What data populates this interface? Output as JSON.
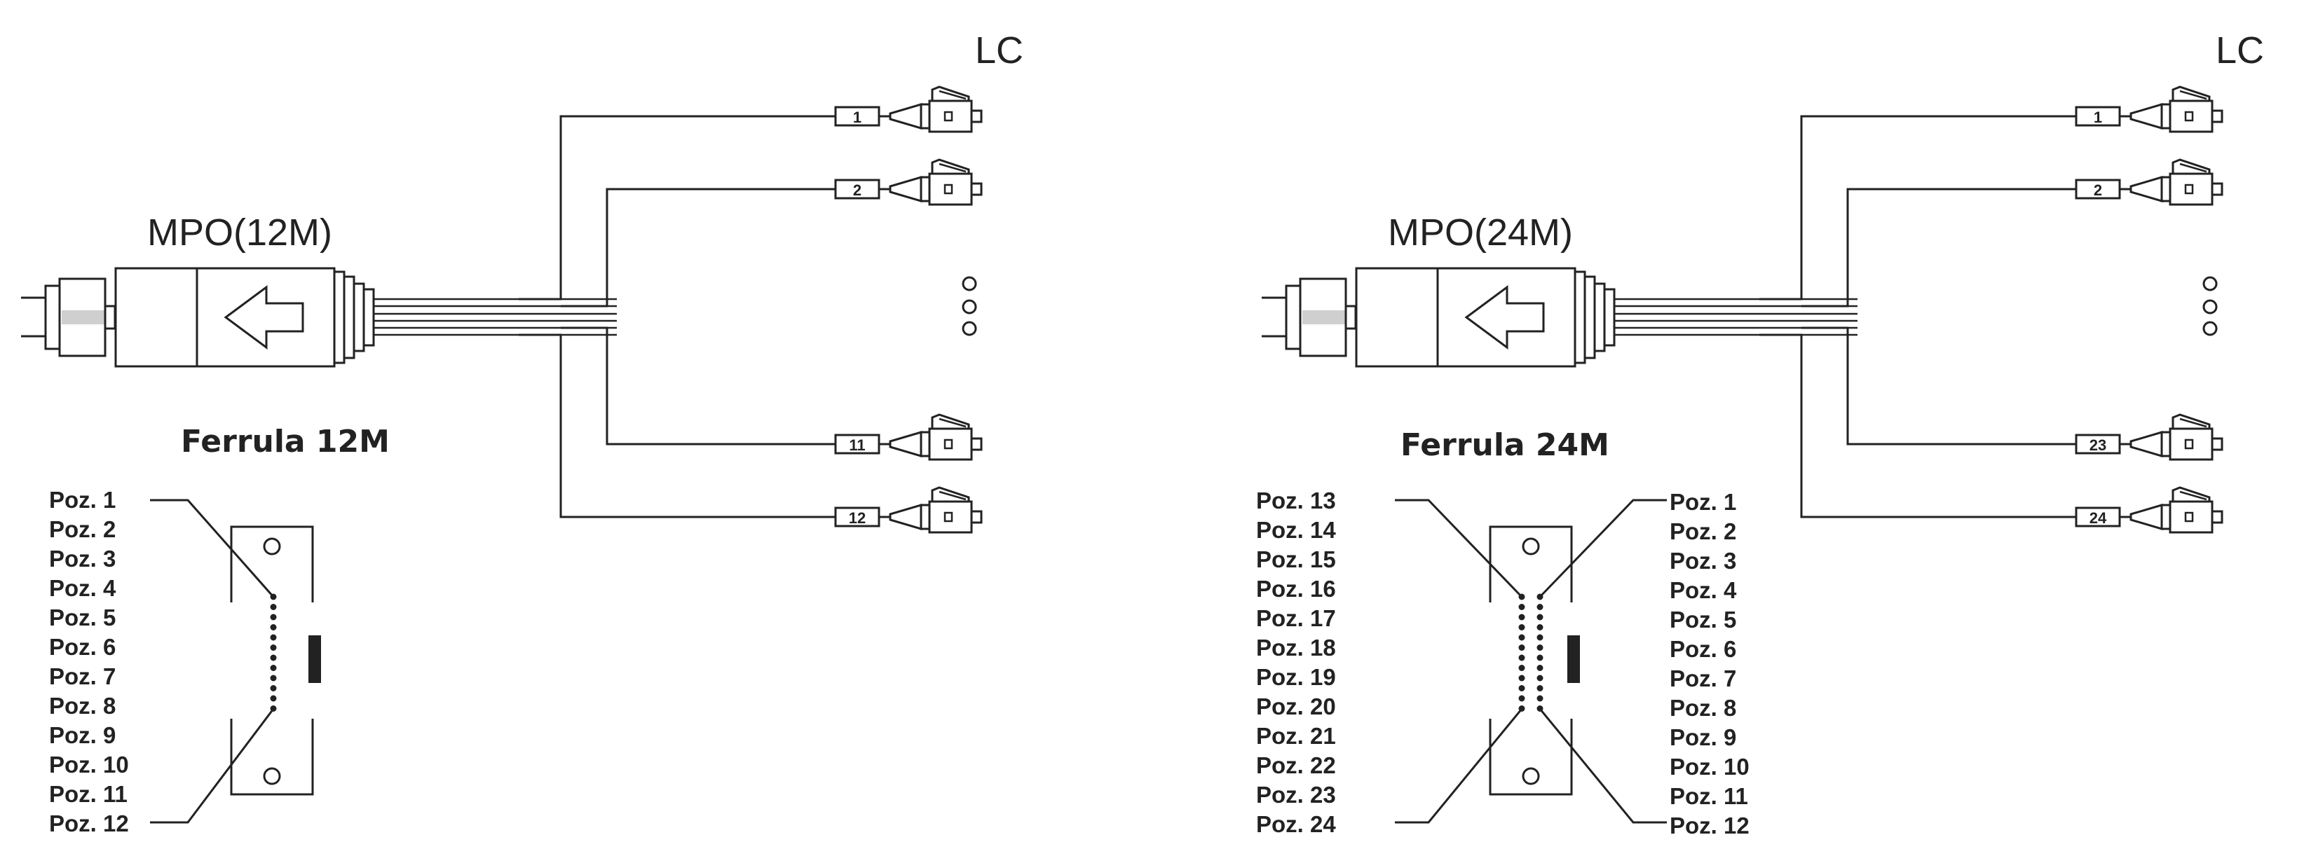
{
  "panels": [
    {
      "id": "12m",
      "connector_label": "MPO(12M)",
      "lc_label": "LC",
      "ferrule_label": "Ferrula 12M",
      "top_tags": [
        "1",
        "2"
      ],
      "bottom_tags": [
        "11",
        "12"
      ],
      "positions_left": [
        "Poz. 1",
        "Poz. 2",
        "Poz. 3",
        "Poz. 4",
        "Poz. 5",
        "Poz. 6",
        "Poz. 7",
        "Poz. 8",
        "Poz. 9",
        "Poz. 10",
        "Poz. 11",
        "Poz. 12"
      ],
      "positions_right": []
    },
    {
      "id": "24m",
      "connector_label": "MPO(24M)",
      "lc_label": "LC",
      "ferrule_label": "Ferrula 24M",
      "top_tags": [
        "1",
        "2"
      ],
      "bottom_tags": [
        "23",
        "24"
      ],
      "positions_left": [
        "Poz. 13",
        "Poz. 14",
        "Poz. 15",
        "Poz. 16",
        "Poz. 17",
        "Poz. 18",
        "Poz. 19",
        "Poz. 20",
        "Poz. 21",
        "Poz. 22",
        "Poz. 23",
        "Poz. 24"
      ],
      "positions_right": [
        "Poz. 1",
        "Poz. 2",
        "Poz. 3",
        "Poz. 4",
        "Poz. 5",
        "Poz. 6",
        "Poz. 7",
        "Poz. 8",
        "Poz. 9",
        "Poz. 10",
        "Poz. 11",
        "Poz. 12"
      ]
    }
  ]
}
